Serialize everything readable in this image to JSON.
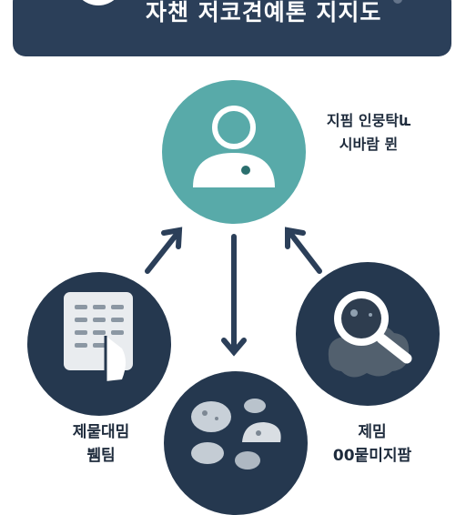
{
  "header": {
    "title": "자챈 저코견예톤  지지도"
  },
  "nodes": {
    "center": {
      "icon": "person-icon",
      "caption_line1": "지핌 인뭉탁և",
      "caption_line2": "시바람 뮌"
    },
    "left": {
      "icon": "document-icon",
      "caption_line1": "제뭍대밈",
      "caption_line2": "뷈팀"
    },
    "right": {
      "icon": "magnifier-icon",
      "caption_line1": "제밈",
      "caption_line2": "00뭍미지팜"
    },
    "bottom": {
      "icon": "stones-icon"
    }
  },
  "colors": {
    "header_bg": "#2b3f59",
    "center_circle": "#58aaa9",
    "node_circle": "#25384f",
    "arrow": "#2b3f59",
    "text": "#1e2b3c"
  }
}
